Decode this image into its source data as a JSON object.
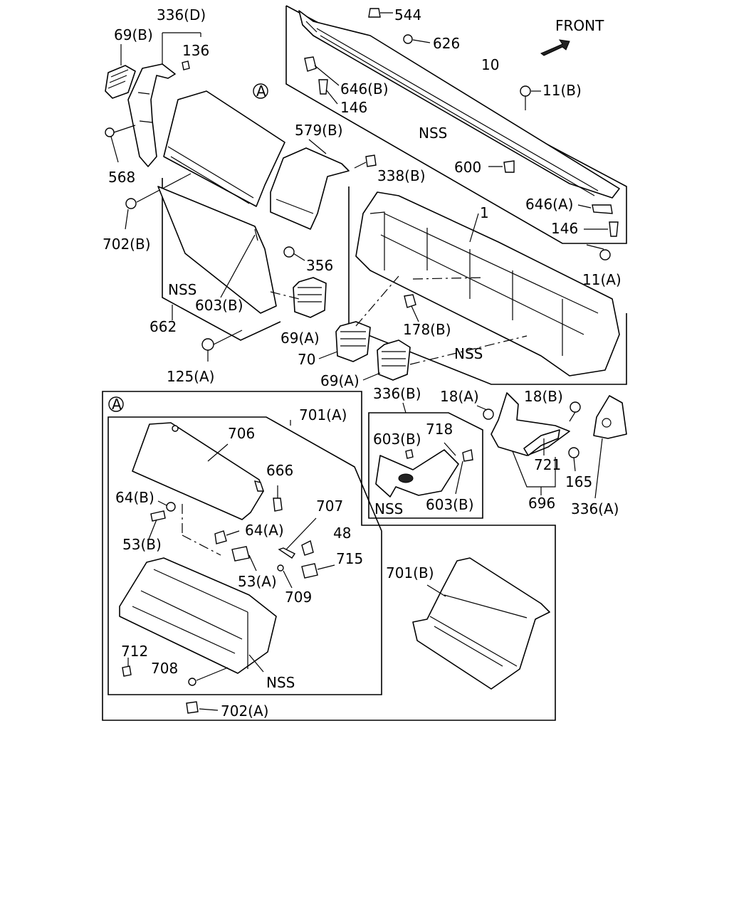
{
  "front_label": "FRONT",
  "section_marker": "A",
  "labels": {
    "l_336d": "336(D)",
    "l_69b": "69(B)",
    "l_136": "136",
    "l_568": "568",
    "l_702b": "702(B)",
    "l_a_top": "A",
    "l_579b": "579(B)",
    "l_338b": "338(B)",
    "l_356": "356",
    "l_nss_left": "NSS",
    "l_603b_left": "603(B)",
    "l_662": "662",
    "l_125a": "125(A)",
    "l_69a_1": "69(A)",
    "l_70": "70",
    "l_69a_2": "69(A)",
    "l_544": "544",
    "l_626": "626",
    "l_10": "10",
    "l_646b": "646(B)",
    "l_146_top": "146",
    "l_11b": "11(B)",
    "l_nss_top": "NSS",
    "l_600": "600",
    "l_646a": "646(A)",
    "l_146_right": "146",
    "l_11a": "11(A)",
    "l_1": "1",
    "l_178b": "178(B)",
    "l_nss_mid": "NSS",
    "l_336b": "336(B)",
    "l_18a": "18(A)",
    "l_18b": "18(B)",
    "l_603b_a": "603(B)",
    "l_718": "718",
    "l_nss_inset": "NSS",
    "l_603b_b": "603(B)",
    "l_721": "721",
    "l_165": "165",
    "l_696": "696",
    "l_336a": "336(A)",
    "l_a_detail": "A",
    "l_701a": "701(A)",
    "l_706": "706",
    "l_666": "666",
    "l_64b": "64(B)",
    "l_64a": "64(A)",
    "l_707": "707",
    "l_48": "48",
    "l_53b": "53(B)",
    "l_715": "715",
    "l_53a": "53(A)",
    "l_709": "709",
    "l_701b": "701(B)",
    "l_712": "712",
    "l_708": "708",
    "l_nss_detail": "NSS",
    "l_702a": "702(A)"
  }
}
